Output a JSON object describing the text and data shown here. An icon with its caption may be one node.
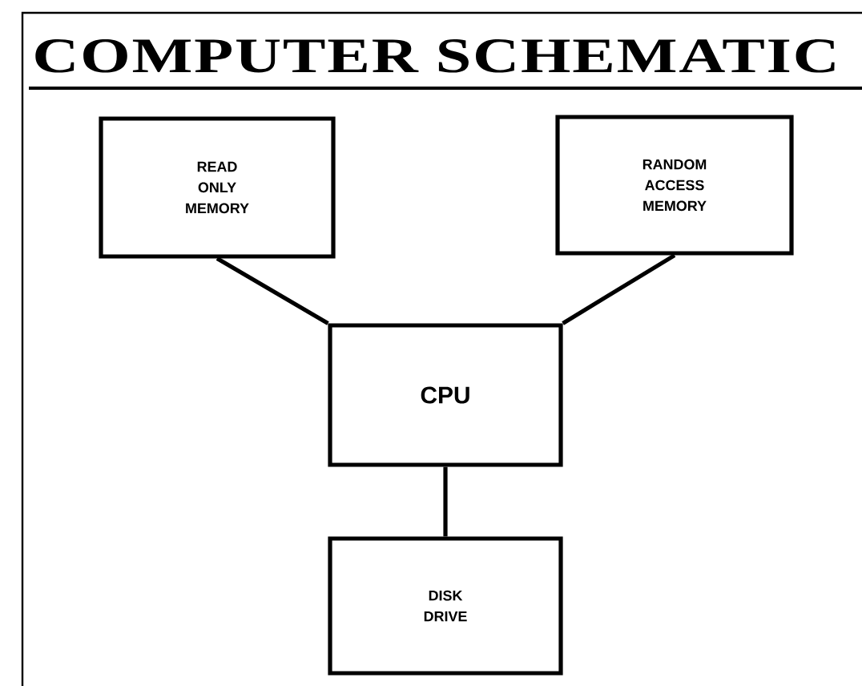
{
  "diagram": {
    "title": "COMPUTER SCHEMATIC",
    "nodes": [
      {
        "text": [
          "READ ONLY MEMORY"
        ]
      },
      {
        "text": [
          "RANDOM ACCESS MEMORY"
        ]
      },
      {
        "text": [
          "CPU"
        ]
      },
      {
        "text": [
          "DISK DRIVE"
        ]
      }
    ],
    "edges": [
      {
        "from": 0,
        "to": 2,
        "arrow": "none"
      },
      {
        "from": 1,
        "to": 2,
        "arrow": "none"
      },
      {
        "from": 2,
        "to": 3,
        "arrow": "none"
      }
    ]
  }
}
